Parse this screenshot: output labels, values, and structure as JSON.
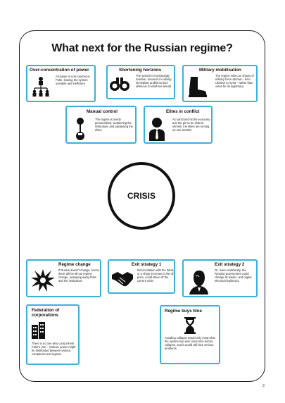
{
  "title": "What next for the Russian regime?",
  "center_label": "CRISIS",
  "page_number": "3",
  "colors": {
    "accent": "#3bb0d9",
    "silhouette": "#c9c9c9",
    "ink": "#111111"
  },
  "causes": [
    {
      "title": "Over-concentration of power",
      "text": "All power is now centred in Putin, leaving the system unstable and inefficient",
      "icon": "org-chart-icon"
    },
    {
      "title": "Shortening horizons",
      "text": "The system is increasingly reactive, focused on solving immediate problems and oblivious to what lies ahead",
      "icon": "binoculars-icon"
    },
    {
      "title": "Military mobilisation",
      "text": "The regime relies on shows of military force abroad – from Ukraine to Syria – rather than votes for its legitimacy",
      "icon": "boot-icon"
    },
    {
      "title": "Manual control",
      "text": "The regime is overly personalised, weakening the institutions and paralysing the elites",
      "icon": "joystick-icon"
    },
    {
      "title": "Elites in conflict",
      "text": "As sanctions hit the economy and the pie to be shared shrinks, the elites are turning on one another",
      "icon": "businessman-icon"
    }
  ],
  "outcomes": [
    {
      "title": "Regime change",
      "text": "If Russia doesn't change course there will be all-out regime change, sweeping away Putin and the institutions",
      "icon": "explosion-icon"
    },
    {
      "title": "Exit strategy 1",
      "text": "Reconciliation with the West, or a sharp increase in the oil price, could stave off the current crisis",
      "icon": "handshake-icon"
    },
    {
      "title": "Exit strategy 2",
      "text": "Or, more realistically, the Russian government could change its leader, and regain electoral legitimacy",
      "icon": "leader-portrait-icon"
    }
  ],
  "consequences": [
    {
      "title": "Federation of corporations",
      "text": "There is no one who could inherit Putin's role – instead, power might be distributed between various companies and regions",
      "icon": "buildings-icon"
    },
    {
      "title": "Regime buys time",
      "text": "Avoiding collapse would only mean that the system had won more time before collapse, and it would still face serious problems",
      "icon": "hourglass-icon"
    }
  ]
}
